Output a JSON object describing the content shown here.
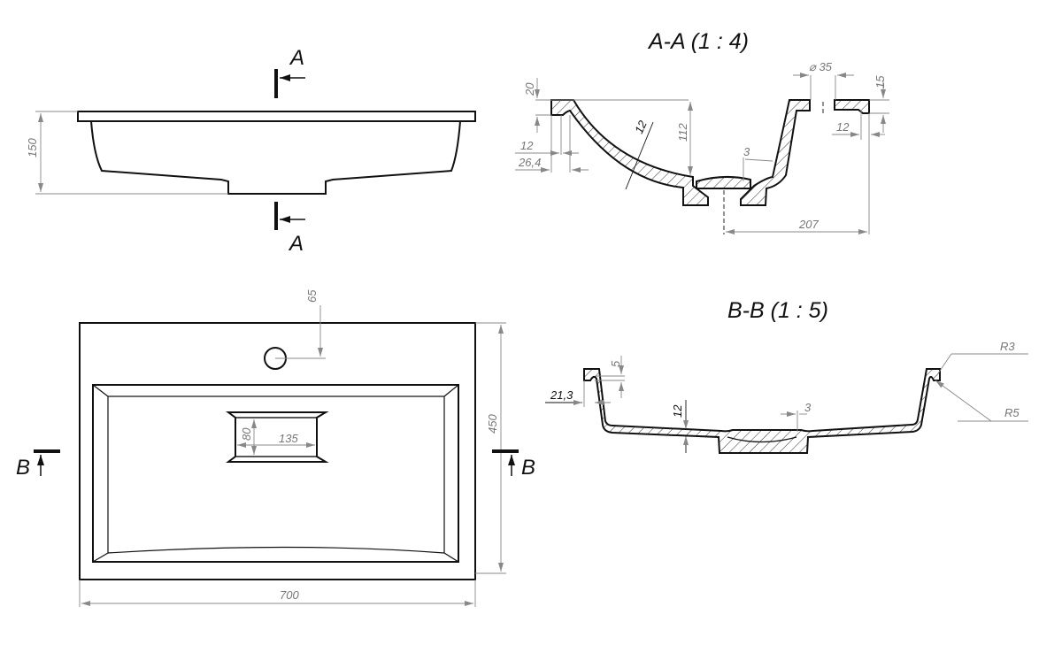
{
  "views": {
    "side": {
      "height_dim": "150",
      "section_marker": "A"
    },
    "top": {
      "hole_offset_dim": "65",
      "depth_dim": "450",
      "width_dim": "700",
      "overflow_height_dim": "80",
      "overflow_width_dim": "135",
      "section_marker": "B"
    },
    "section_aa": {
      "title": "A-A (1 : 4)",
      "dims": {
        "flange_height": "20",
        "wall_thickness": "12",
        "inner_offset": "12",
        "lip_offset": "26,4",
        "depth": "112",
        "gap": "3",
        "hole_diameter": "⌀ 35",
        "right_flange": "15",
        "right_offset": "12",
        "drain_to_edge": "207"
      }
    },
    "section_bb": {
      "title": "B-B (1 : 5)",
      "dims": {
        "lip": "5",
        "lip_offset": "21,3",
        "wall_thickness": "12",
        "gap": "3",
        "radius_outer": "R3",
        "radius_inner": "R5"
      }
    }
  },
  "colors": {
    "line": "#111111",
    "dimension": "#777777"
  }
}
